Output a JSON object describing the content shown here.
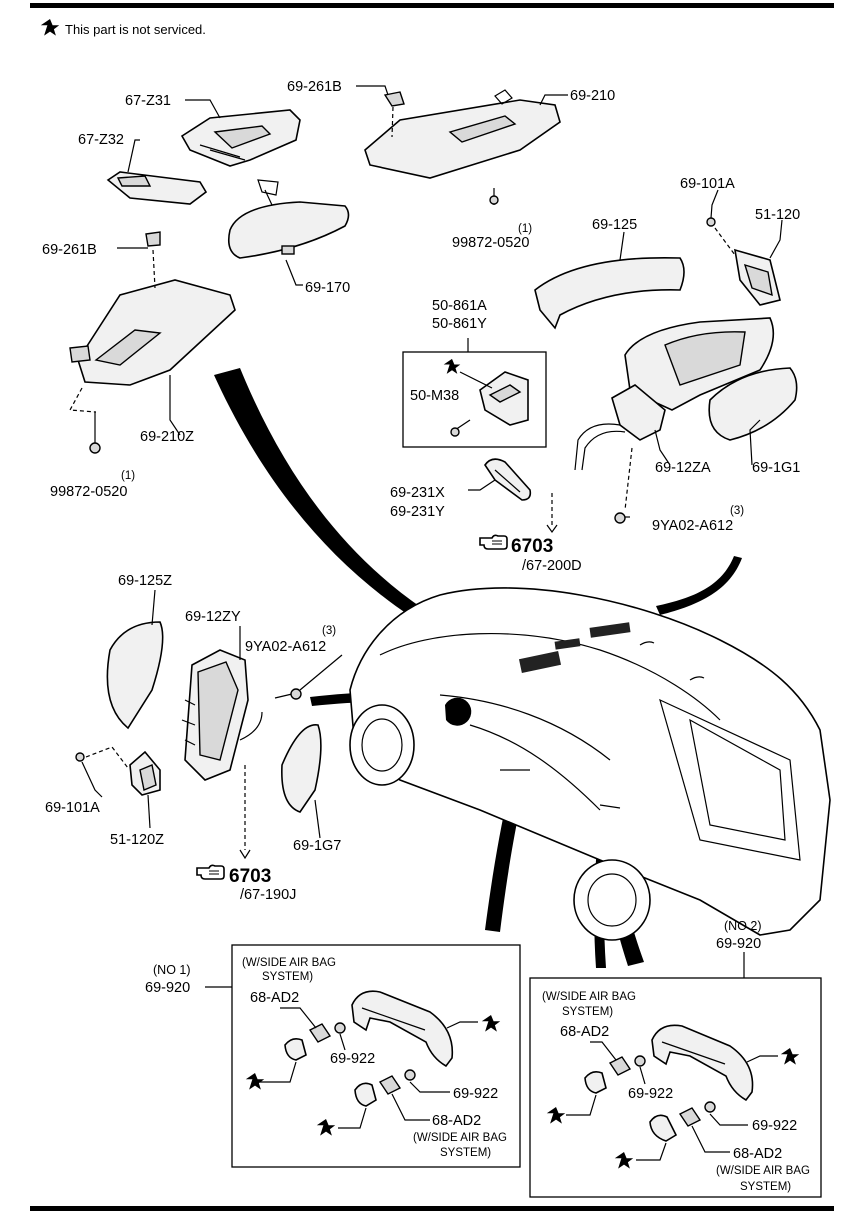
{
  "legend": {
    "note": "This part is not serviced."
  },
  "callouts": [
    {
      "id": "c1",
      "text": "67-Z31"
    },
    {
      "id": "c2",
      "text": "67-Z32"
    },
    {
      "id": "c3",
      "text": "69-261B"
    },
    {
      "id": "c4",
      "text": "69-210"
    },
    {
      "id": "c5",
      "text": "69-101A"
    },
    {
      "id": "c6",
      "text": "51-120"
    },
    {
      "id": "c7",
      "text": "69-125"
    },
    {
      "id": "c8",
      "text": "69-261B"
    },
    {
      "id": "c9",
      "text": "69-170"
    },
    {
      "id": "c10",
      "text": "(1)"
    },
    {
      "id": "c11",
      "text": "99872-0520"
    },
    {
      "id": "c12",
      "text": "50-861A"
    },
    {
      "id": "c13",
      "text": "50-861Y"
    },
    {
      "id": "c14",
      "text": "50-M38"
    },
    {
      "id": "c15",
      "text": "69-210Z"
    },
    {
      "id": "c16",
      "text": "69-12ZA"
    },
    {
      "id": "c17",
      "text": "69-1G1"
    },
    {
      "id": "c18",
      "text": "(1)"
    },
    {
      "id": "c19",
      "text": "99872-0520"
    },
    {
      "id": "c20",
      "text": "69-231X"
    },
    {
      "id": "c21",
      "text": "69-231Y"
    },
    {
      "id": "c22",
      "text": "(3)"
    },
    {
      "id": "c23",
      "text": "9YA02-A612"
    },
    {
      "id": "c24",
      "text": "6703"
    },
    {
      "id": "c25",
      "text": "/67-200D"
    },
    {
      "id": "c26",
      "text": "69-125Z"
    },
    {
      "id": "c27",
      "text": "69-12ZY"
    },
    {
      "id": "c28",
      "text": "(3)"
    },
    {
      "id": "c29",
      "text": "9YA02-A612"
    },
    {
      "id": "c30",
      "text": "69-101A"
    },
    {
      "id": "c31",
      "text": "51-120Z"
    },
    {
      "id": "c32",
      "text": "69-1G7"
    },
    {
      "id": "c33",
      "text": "6703"
    },
    {
      "id": "c34",
      "text": "/67-190J"
    }
  ],
  "box_no1": {
    "no": "(NO 1)",
    "part": "69-920",
    "note_top_1": "(W/SIDE AIR BAG",
    "note_top_2": "SYSTEM)",
    "ad2_top": "68-AD2",
    "p922_top": "69-922",
    "p922_bottom": "69-922",
    "ad2_bottom": "68-AD2",
    "note_bottom_1": "(W/SIDE AIR BAG",
    "note_bottom_2": "SYSTEM)"
  },
  "box_no2": {
    "no": "(NO 2)",
    "part": "69-920",
    "note_top_1": "(W/SIDE AIR BAG",
    "note_top_2": "SYSTEM)",
    "ad2_top": "68-AD2",
    "p922_top": "69-922",
    "p922_bottom": "69-922",
    "ad2_bottom": "68-AD2",
    "note_bottom_1": "(W/SIDE AIR BAG",
    "note_bottom_2": "SYSTEM)"
  },
  "icons": {
    "star": "star-icon",
    "reference": "pointing-hand-icon"
  }
}
